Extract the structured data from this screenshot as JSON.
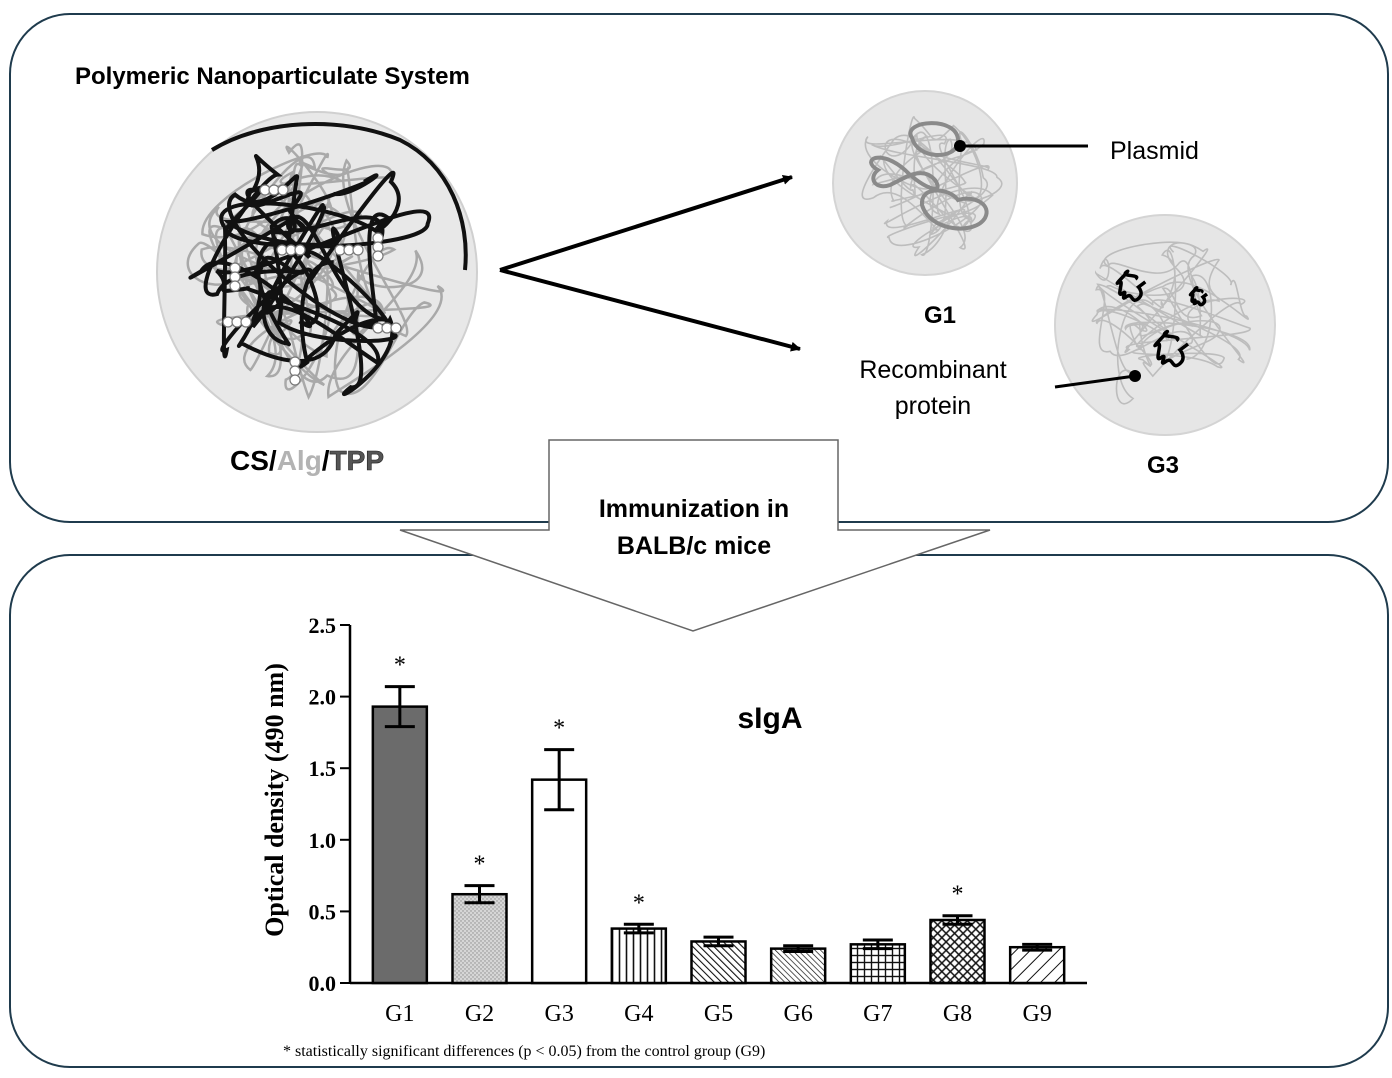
{
  "top_panel": {
    "title": "Polymeric Nanoparticulate System",
    "composition": {
      "cs": "CS",
      "sep1": "/",
      "alg": "Alg",
      "sep2": "/",
      "tpp": "TPP"
    },
    "g1_label": "G1",
    "g3_label": "G3",
    "plasmid_label": "Plasmid",
    "recombinant_line1": "Recombinant",
    "recombinant_line2": "protein"
  },
  "flow_arrow": {
    "line1": "Immunization in",
    "line2": "BALB/c mice"
  },
  "colors": {
    "panel_border": "#1f3b4d",
    "g1_bar": "#6b6b6b",
    "g2_bar": "#c9c9c9",
    "particle_fill": "#e6e6e6",
    "alg_text": "#b3b3b3",
    "tpp_text": "#555555"
  },
  "chart_data": {
    "type": "bar",
    "title": "sIgA",
    "xlabel": "",
    "ylabel": "Optical density (490 nm)",
    "ylim": [
      0,
      2.5
    ],
    "yticks": [
      "0.0",
      "0.5",
      "1.0",
      "1.5",
      "2.0",
      "2.5"
    ],
    "categories": [
      "G1",
      "G2",
      "G3",
      "G4",
      "G5",
      "G6",
      "G7",
      "G8",
      "G9"
    ],
    "values": [
      1.93,
      0.62,
      1.42,
      0.38,
      0.29,
      0.24,
      0.27,
      0.44,
      0.25
    ],
    "errors": [
      0.14,
      0.06,
      0.21,
      0.03,
      0.03,
      0.02,
      0.03,
      0.03,
      0.02
    ],
    "significant": [
      true,
      true,
      true,
      true,
      false,
      false,
      false,
      true,
      false
    ],
    "patterns": [
      "solid-dark",
      "stipple",
      "open",
      "vertical-lines",
      "diagonal-dense",
      "diagonal-fine",
      "grid",
      "crosshatch",
      "diagonal-wide"
    ],
    "significance_mark": "*",
    "footnote": "* statistically significant differences (p < 0.05) from the control group (G9)",
    "grid": false,
    "legend": "none"
  }
}
